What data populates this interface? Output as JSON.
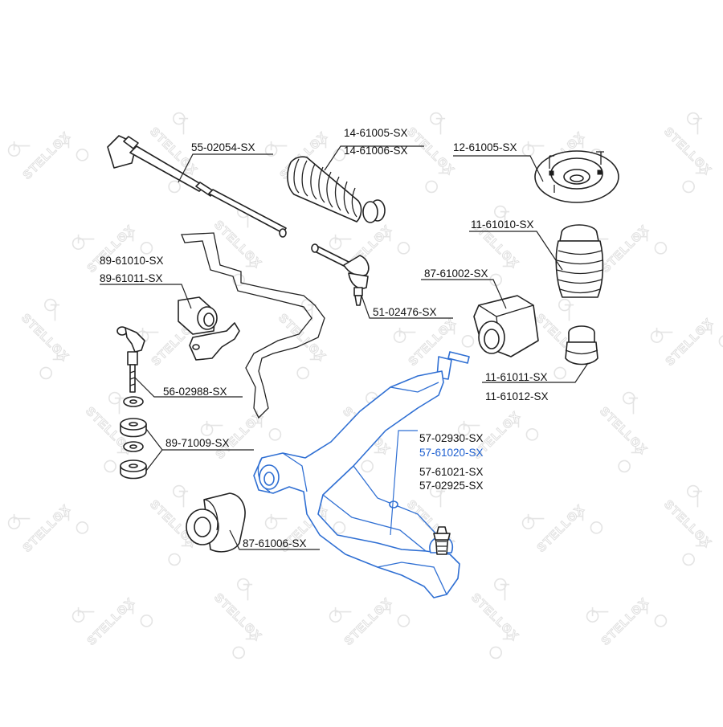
{
  "watermark": {
    "brand": "STELLOX"
  },
  "colors": {
    "selected": "#1d5fd0",
    "line": "#222222",
    "arm": "#2f6fd3"
  },
  "parts": [
    {
      "id": "tie-rod-inner",
      "labels": [
        "55-02054-SX"
      ]
    },
    {
      "id": "steering-boot",
      "labels": [
        "14-61005-SX",
        "14-61006-SX"
      ]
    },
    {
      "id": "strut-mount",
      "labels": [
        "12-61005-SX"
      ]
    },
    {
      "id": "bump-stop-boot",
      "labels": [
        "11-61010-SX"
      ]
    },
    {
      "id": "stabilizer-bushing",
      "labels": [
        "89-61010-SX",
        "89-61011-SX"
      ]
    },
    {
      "id": "tie-rod-end",
      "labels": [
        "51-02476-SX"
      ]
    },
    {
      "id": "arm-bushing-rear",
      "labels": [
        "87-61002-SX"
      ]
    },
    {
      "id": "stabilizer-link",
      "labels": [
        "56-02988-SX"
      ]
    },
    {
      "id": "bump-stop",
      "labels": [
        "11-61011-SX",
        "11-61012-SX"
      ]
    },
    {
      "id": "control-arm",
      "labels": [
        "57-02930-SX",
        "57-61020-SX",
        "57-61021-SX",
        "57-02925-SX"
      ],
      "selected": "57-61020-SX"
    },
    {
      "id": "link-bushings",
      "labels": [
        "89-71009-SX"
      ]
    },
    {
      "id": "arm-bushing-front",
      "labels": [
        "87-61006-SX"
      ]
    }
  ]
}
